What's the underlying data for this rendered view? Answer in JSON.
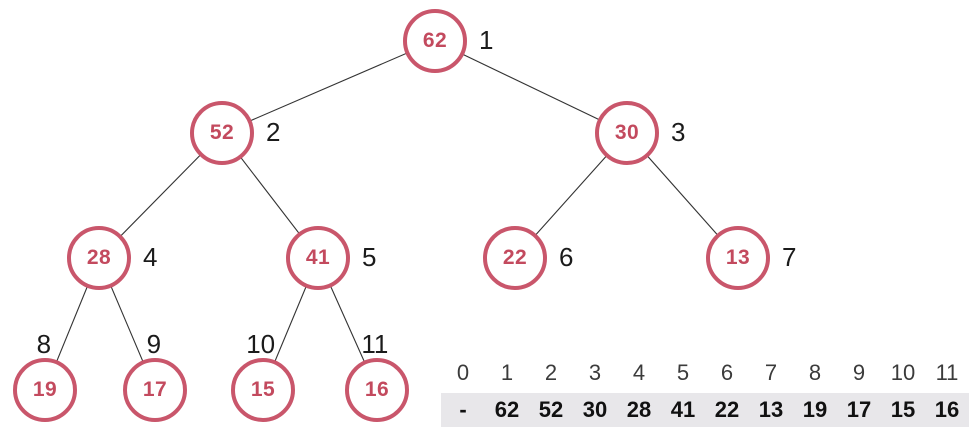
{
  "colors": {
    "node_border": "#c9566b",
    "node_value": "#c34a5e",
    "label": "#1b1b1b",
    "edge": "#333333",
    "band_bg": "#e8e7ea",
    "array_index": "#3b3b3b",
    "array_value": "#111111"
  },
  "diagram_type": "max-heap binary tree with array representation",
  "tree": {
    "nodes": [
      {
        "value": "62",
        "index": "1"
      },
      {
        "value": "52",
        "index": "2"
      },
      {
        "value": "30",
        "index": "3"
      },
      {
        "value": "28",
        "index": "4"
      },
      {
        "value": "41",
        "index": "5"
      },
      {
        "value": "22",
        "index": "6"
      },
      {
        "value": "13",
        "index": "7"
      },
      {
        "value": "19",
        "index": "8"
      },
      {
        "value": "17",
        "index": "9"
      },
      {
        "value": "15",
        "index": "10"
      },
      {
        "value": "16",
        "index": "11"
      }
    ],
    "edges": [
      [
        "1",
        "2"
      ],
      [
        "1",
        "3"
      ],
      [
        "2",
        "4"
      ],
      [
        "2",
        "5"
      ],
      [
        "3",
        "6"
      ],
      [
        "3",
        "7"
      ],
      [
        "4",
        "8"
      ],
      [
        "4",
        "9"
      ],
      [
        "5",
        "10"
      ],
      [
        "5",
        "11"
      ]
    ]
  },
  "array": {
    "indices": [
      "0",
      "1",
      "2",
      "3",
      "4",
      "5",
      "6",
      "7",
      "8",
      "9",
      "10",
      "11"
    ],
    "values": [
      "-",
      "62",
      "52",
      "30",
      "28",
      "41",
      "22",
      "13",
      "19",
      "17",
      "15",
      "16"
    ]
  }
}
